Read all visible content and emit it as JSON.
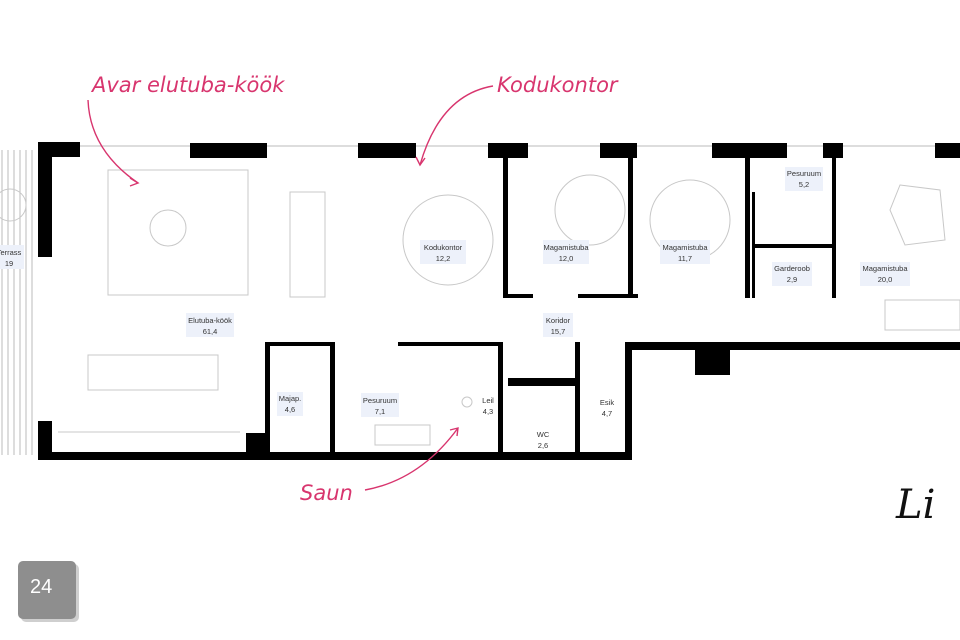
{
  "annotations": {
    "living_kitchen": "Avar elutuba-köök",
    "home_office": "Kodukontor",
    "sauna": "Saun"
  },
  "rooms": [
    {
      "name": "Terrass",
      "area": "19"
    },
    {
      "name": "Elutuba-köök",
      "area": "61,4"
    },
    {
      "name": "Kodukontor",
      "area": "12,2"
    },
    {
      "name": "Magamistuba",
      "area": "12,0"
    },
    {
      "name": "Magamistuba",
      "area": "11,7"
    },
    {
      "name": "Pesuruum",
      "area": "5,2"
    },
    {
      "name": "Garderoob",
      "area": "2,9"
    },
    {
      "name": "Magamistuba",
      "area": "20,0"
    },
    {
      "name": "Koridor",
      "area": "15,7"
    },
    {
      "name": "Majap.",
      "area": "4,6"
    },
    {
      "name": "Pesuruum",
      "area": "7,1"
    },
    {
      "name": "Leil",
      "area": "4,3"
    },
    {
      "name": "WC",
      "area": "2,6"
    },
    {
      "name": "Esik",
      "area": "4,7"
    }
  ],
  "page_badge": "24",
  "logo_text": "Li",
  "colors": {
    "annotation": "#d8356e",
    "label_bg": "#edf1fa",
    "wall": "#000000"
  }
}
